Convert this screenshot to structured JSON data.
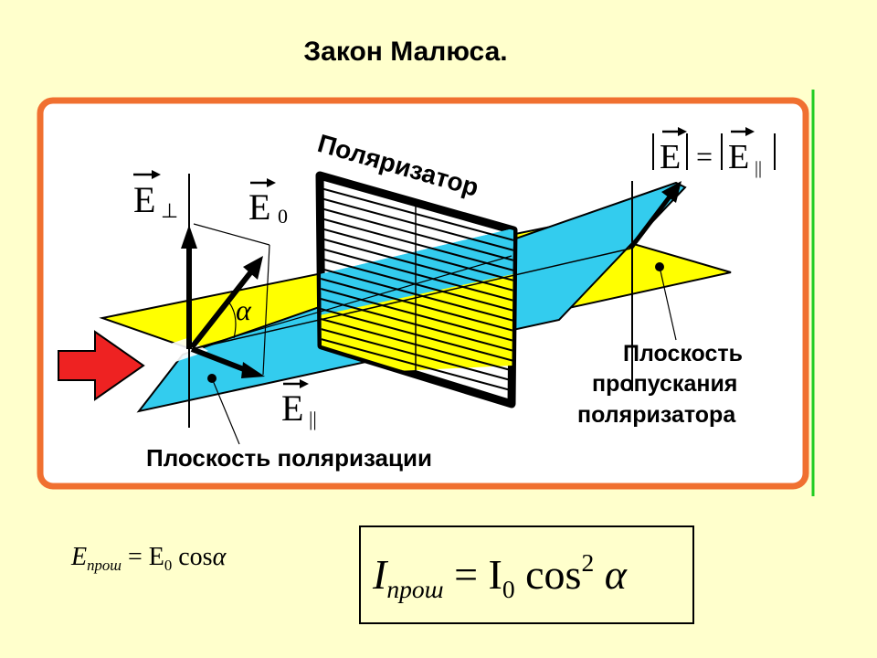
{
  "title": "Закон Малюса.",
  "labels": {
    "polarizer": "Поляризатор",
    "e_perp": "E",
    "e_perp_sub": "⊥",
    "e_zero": "E",
    "e_zero_sub": "0",
    "e_parallel": "E",
    "e_parallel_sub": "||",
    "alpha": "α",
    "magnitude_left": "E",
    "magnitude_eq": "=",
    "magnitude_right": "E",
    "magnitude_right_sub": "||",
    "transmission_plane_line1": "Плоскость",
    "transmission_plane_line2": "пропускания",
    "transmission_plane_line3": "поляризатора",
    "polarization_plane": "Плоскость поляризации"
  },
  "formulas": {
    "amplitude": {
      "lhs": "E",
      "lhs_sub": "прош",
      "eq": "=",
      "rhs": "E",
      "rhs_sub": "0",
      "func": "cos",
      "arg": "α"
    },
    "intensity": {
      "lhs": "I",
      "lhs_sub": "прош",
      "eq": "=",
      "rhs": "I",
      "rhs_sub": "0",
      "func": "cos",
      "power": "2",
      "arg": "α"
    }
  },
  "colors": {
    "background": "#ffffcc",
    "frame_border": "#f07030",
    "frame_fill": "#ffffff",
    "cyan_plane": "#33ccee",
    "yellow_plane": "#ffff00",
    "arrow_red": "#ee2222",
    "green_line": "#22cc22"
  }
}
